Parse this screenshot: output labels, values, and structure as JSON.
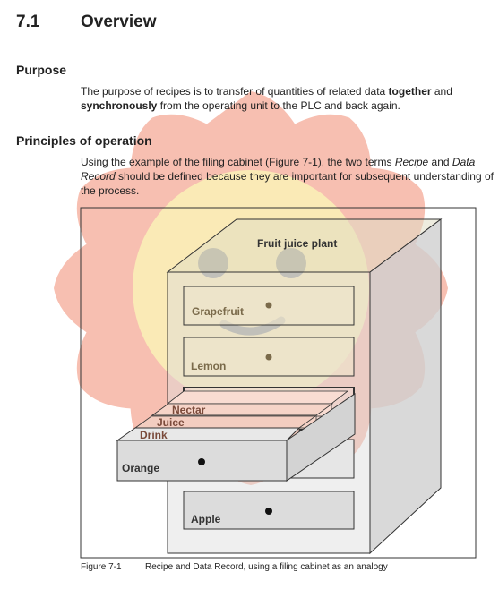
{
  "section": {
    "number": "7.1",
    "title": "Overview"
  },
  "purpose": {
    "heading": "Purpose",
    "text_1": "The purpose of recipes is to transfer of quantities of related data ",
    "bold_1": "together",
    "text_2": " and ",
    "bold_2": "synchronously",
    "text_3": " from the operating unit to the PLC and back again."
  },
  "principles": {
    "heading": "Principles of operation",
    "text_1": "Using the example of the filing cabinet (Figure 7-1), the two terms ",
    "italic_1": "Recipe",
    "text_2": " and ",
    "italic_2": "Data Record",
    "text_3": " should be defined because they are important for subsequent understanding of the process."
  },
  "figure": {
    "cabinet_label": "Fruit juice plant",
    "drawers": [
      "Grapefruit",
      "Lemon",
      "Orange",
      "Apple"
    ],
    "records": [
      "Nectar",
      "Juice",
      "Drink"
    ]
  },
  "caption": {
    "number": "Figure 7-1",
    "text": "Recipe and Data Record, using a filing cabinet as an analogy"
  },
  "colors": {
    "sun_rays": "#f6b6a6",
    "sun_face": "#fbf0b6",
    "cabinet": "#dcdcdc",
    "text": "#222222"
  }
}
